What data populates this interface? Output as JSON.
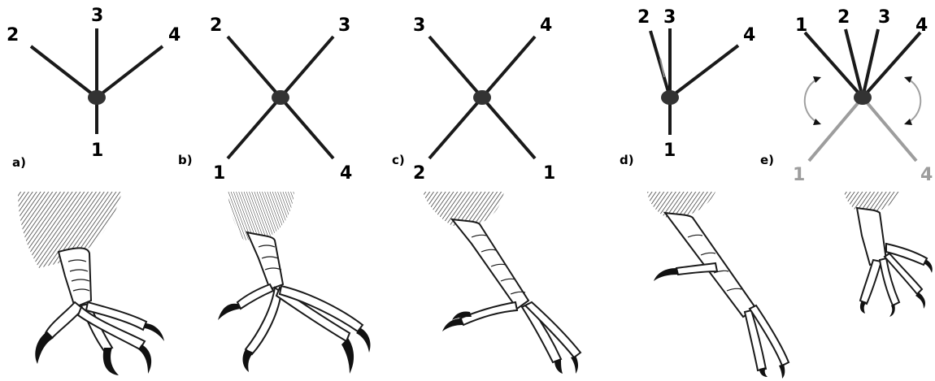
{
  "panels": [
    {
      "label": "a)",
      "toes": [
        "1",
        "2",
        "3",
        "4"
      ],
      "reversible_toes": []
    },
    {
      "label": "b)",
      "toes": [
        "1",
        "2",
        "3",
        "4"
      ],
      "reversible_toes": []
    },
    {
      "label": "c)",
      "toes": [
        "3",
        "4",
        "2",
        "1"
      ],
      "reversible_toes": []
    },
    {
      "label": "d)",
      "toes": [
        "2",
        "3",
        "4",
        "1"
      ],
      "reversible_toes": []
    },
    {
      "label": "e)",
      "toes": [
        "1",
        "2",
        "3",
        "4",
        "1",
        "4"
      ],
      "reversible_toes": [
        "1",
        "4"
      ]
    }
  ],
  "colors": {
    "toe_line": "#1a1a1a",
    "node": "#333333",
    "reversible_toe": "#9d9d9d",
    "arrow": "#a0a0a0"
  }
}
